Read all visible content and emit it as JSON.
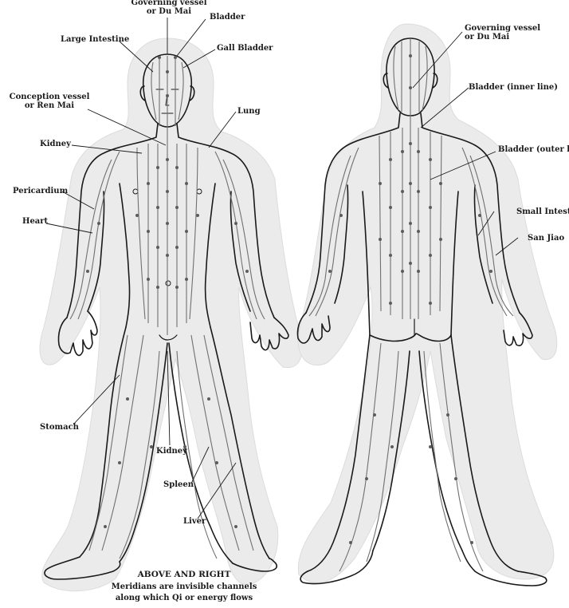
{
  "colors": {
    "paper": "#ebebeb",
    "outline": "#1a1a1a",
    "meridian": "#707070",
    "point": "#5c5c5c",
    "label": "#1a1a1a"
  },
  "front_labels": {
    "governing_1": "Governing vessel",
    "governing_2": "or Du Mai",
    "bladder": "Bladder",
    "large_intestine": "Large Intestine",
    "gall_bladder": "Gall Bladder",
    "conception_1": "Conception vessel",
    "conception_2": "or Ren Mai",
    "lung": "Lung",
    "kidney_upper": "Kidney",
    "pericardium": "Pericardium",
    "heart": "Heart",
    "stomach": "Stomach",
    "kidney_lower": "Kidney",
    "spleen": "Spleen",
    "liver": "Liver"
  },
  "back_labels": {
    "governing_1": "Governing vessel",
    "governing_2": "or Du Mai",
    "bladder_inner": "Bladder (inner line)",
    "bladder_outer": "Bladder (outer line)",
    "small_intestine": "Small Intestine",
    "san_jiao": "San Jiao"
  },
  "caption": {
    "line1": "ABOVE AND RIGHT",
    "line2": "Meridians are invisible channels",
    "line3": "along which Qi or energy flows"
  }
}
